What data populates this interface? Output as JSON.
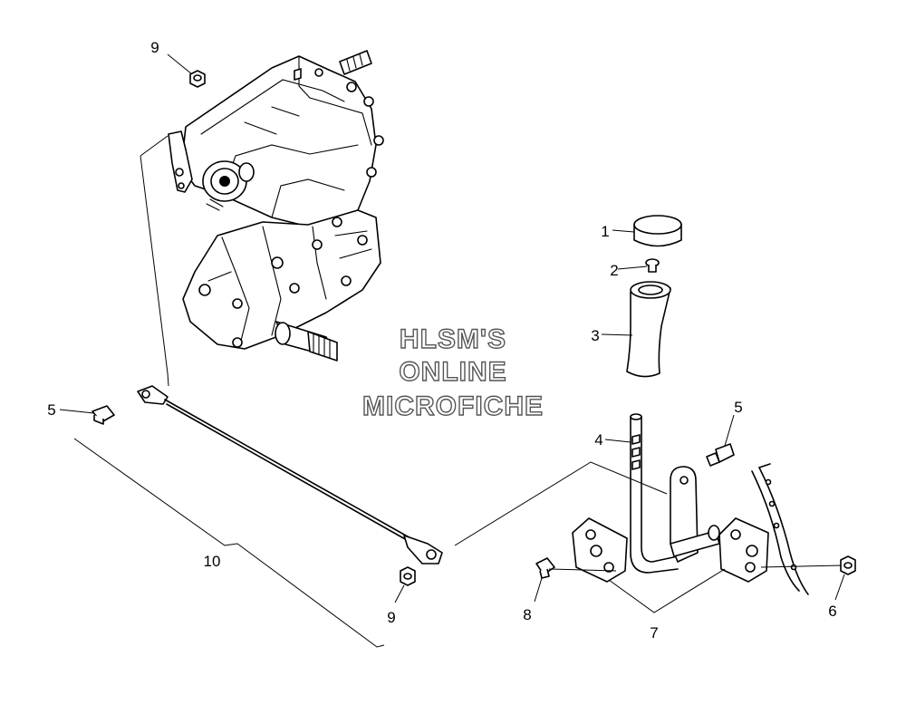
{
  "callouts": {
    "c1": "1",
    "c2": "2",
    "c3": "3",
    "c4": "4",
    "c5a": "5",
    "c5b": "5",
    "c6": "6",
    "c7": "7",
    "c8": "8",
    "c9a": "9",
    "c9b": "9",
    "c10": "10"
  },
  "watermark": {
    "line1": "HLSM'S",
    "line2": "ONLINE",
    "line3": "MICROFICHE"
  }
}
